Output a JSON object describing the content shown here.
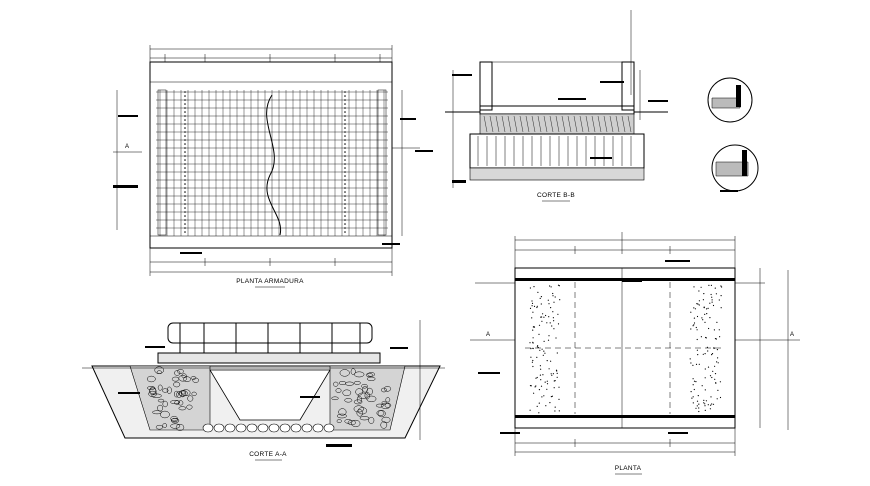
{
  "drawing": {
    "planta_armadura_title": "PLANTA ARMADURA",
    "corte_bb_title": "CORTE B-B",
    "corte_aa_title": "CORTE A-A",
    "planta_title": "PLANTA",
    "section_mark_a": "A"
  }
}
